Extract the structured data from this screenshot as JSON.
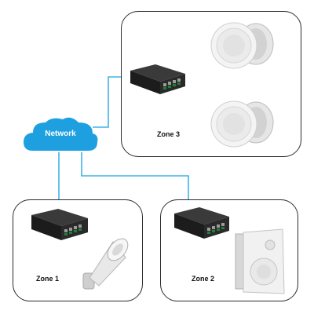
{
  "network": {
    "label": "Network"
  },
  "zones": [
    {
      "label": "Zone 3"
    },
    {
      "label": "Zone 1"
    },
    {
      "label": "Zone 2"
    }
  ],
  "colors": {
    "network": "#1ea0e0",
    "link": "#3fb3e8",
    "frame": "#2b2b2b",
    "amplifier": "#222222",
    "speaker": "#f2f2f2"
  }
}
